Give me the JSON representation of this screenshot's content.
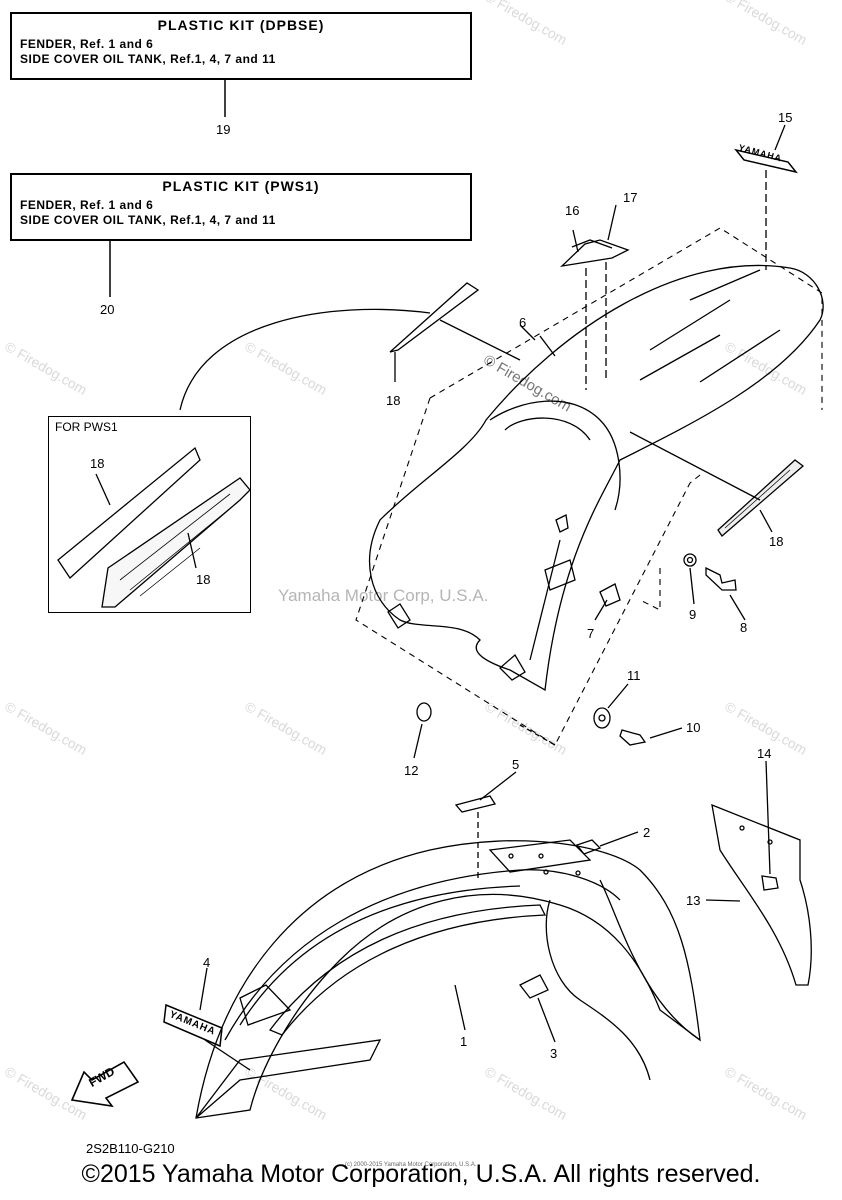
{
  "kit_dpbse": {
    "title": "PLASTIC KIT (DPBSE)",
    "line1": "FENDER, Ref. 1 and 6",
    "line2": "SIDE COVER OIL TANK, Ref.1, 4, 7 and 11",
    "ref": "19"
  },
  "kit_pws1": {
    "title": "PLASTIC KIT (PWS1)",
    "line1": "FENDER, Ref. 1 and 6",
    "line2": "SIDE COVER OIL TANK, Ref.1, 4, 7 and 11",
    "ref": "20"
  },
  "inset": {
    "title": "FOR PWS1",
    "ref_a": "18",
    "ref_b": "18"
  },
  "callouts": {
    "c1": "1",
    "c2": "2",
    "c3": "3",
    "c4": "4",
    "c5": "5",
    "c6": "6",
    "c7": "7",
    "c8": "8",
    "c9": "9",
    "c10": "10",
    "c11": "11",
    "c12": "12",
    "c13": "13",
    "c14": "14",
    "c15": "15",
    "c16": "16",
    "c17": "17",
    "c18a": "18",
    "c18b": "18"
  },
  "decals": {
    "yamaha": "YAMAHA",
    "fwd": "FWD"
  },
  "watermarks": {
    "center": "Yamaha Motor Corp, U.S.A.",
    "firedog": "© Firedog.com",
    "firedog_large": "© Firedog.com"
  },
  "diagram_code": "2S2B110-G210",
  "tiny_copyright": "(c) 2000-2015 Yamaha Motor Corporation, U.S.A.",
  "footer": "©2015 Yamaha Motor Corporation, U.S.A. All rights reserved."
}
